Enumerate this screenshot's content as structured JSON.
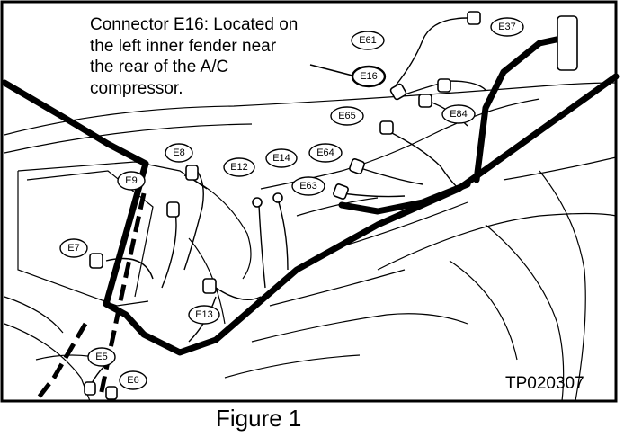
{
  "callout": {
    "line1": "Connector E16: Located on",
    "line2": "the left inner fender near",
    "line3": "the rear of the A/C",
    "line4": "compressor."
  },
  "labels": {
    "e37": "E37",
    "e61": "E61",
    "e16": "E16",
    "e84": "E84",
    "e65": "E65",
    "e64": "E64",
    "e63": "E63",
    "e14": "E14",
    "e12": "E12",
    "e8": "E8",
    "e9": "E9",
    "e7": "E7",
    "e13": "E13",
    "e5": "E5",
    "e6": "E6"
  },
  "figure_id": "TP020307",
  "caption": "Figure 1"
}
